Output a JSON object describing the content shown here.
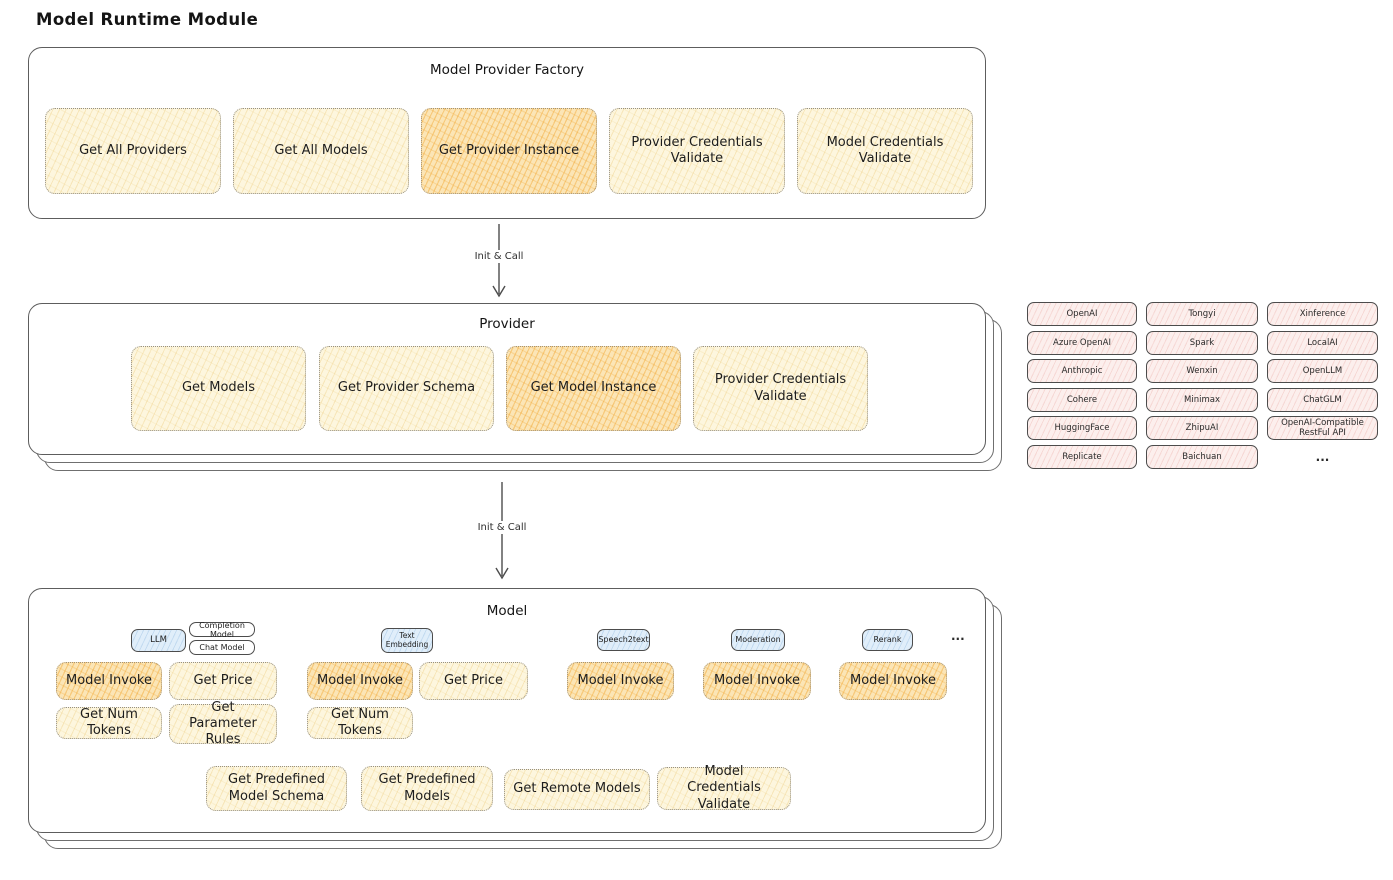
{
  "page_title": "Model Runtime Module",
  "factory": {
    "title": "Model Provider Factory",
    "buttons": [
      {
        "label": "Get All Providers",
        "highlighted": false
      },
      {
        "label": "Get All Models",
        "highlighted": false
      },
      {
        "label": "Get Provider Instance",
        "highlighted": true
      },
      {
        "label": "Provider Credentials Validate",
        "highlighted": false
      },
      {
        "label": "Model Credentials Validate",
        "highlighted": false
      }
    ]
  },
  "arrows": {
    "init_call_1": "Init & Call",
    "init_call_2": "Init & Call"
  },
  "provider": {
    "title": "Provider",
    "buttons": [
      {
        "label": "Get Models",
        "highlighted": false
      },
      {
        "label": "Get Provider Schema",
        "highlighted": false
      },
      {
        "label": "Get Model Instance",
        "highlighted": true
      },
      {
        "label": "Provider Credentials Validate",
        "highlighted": false
      }
    ]
  },
  "providers_list": {
    "items": [
      "OpenAI",
      "Tongyi",
      "Xinference",
      "Azure OpenAI",
      "Spark",
      "LocalAI",
      "Anthropic",
      "Wenxin",
      "OpenLLM",
      "Cohere",
      "Minimax",
      "ChatGLM",
      "HuggingFace",
      "ZhipuAI",
      "OpenAI-Compatible RestFul API",
      "Replicate",
      "Baichuan"
    ],
    "ellipsis": "..."
  },
  "model": {
    "title": "Model",
    "tabs": {
      "llm": "LLM",
      "completion_model": "Completion Model",
      "chat_model": "Chat Model",
      "text_embedding": "Text Embedding",
      "speech2text": "Speech2text",
      "moderation": "Moderation",
      "rerank": "Rerank",
      "ellipsis": "..."
    },
    "llm": {
      "model_invoke": "Model Invoke",
      "get_price": "Get Price",
      "get_num_tokens": "Get Num Tokens",
      "get_parameter_rules": "Get Parameter Rules"
    },
    "text_embedding": {
      "model_invoke": "Model Invoke",
      "get_price": "Get Price",
      "get_num_tokens": "Get Num Tokens"
    },
    "speech2text": {
      "model_invoke": "Model Invoke"
    },
    "moderation": {
      "model_invoke": "Model Invoke"
    },
    "rerank": {
      "model_invoke": "Model Invoke"
    },
    "bottom": {
      "get_predefined_model_schema": "Get Predefined Model Schema",
      "get_predefined_models": "Get Predefined Models",
      "get_remote_models": "Get Remote Models",
      "model_credentials_validate": "Model Credentials Validate"
    }
  },
  "colors": {
    "highlight_orange": "#f1a632",
    "light_yellow": "#fdf6de",
    "provider_pink": "#fcefed",
    "tab_blue": "#e0eefa",
    "border_dark": "#4c4c4c"
  }
}
